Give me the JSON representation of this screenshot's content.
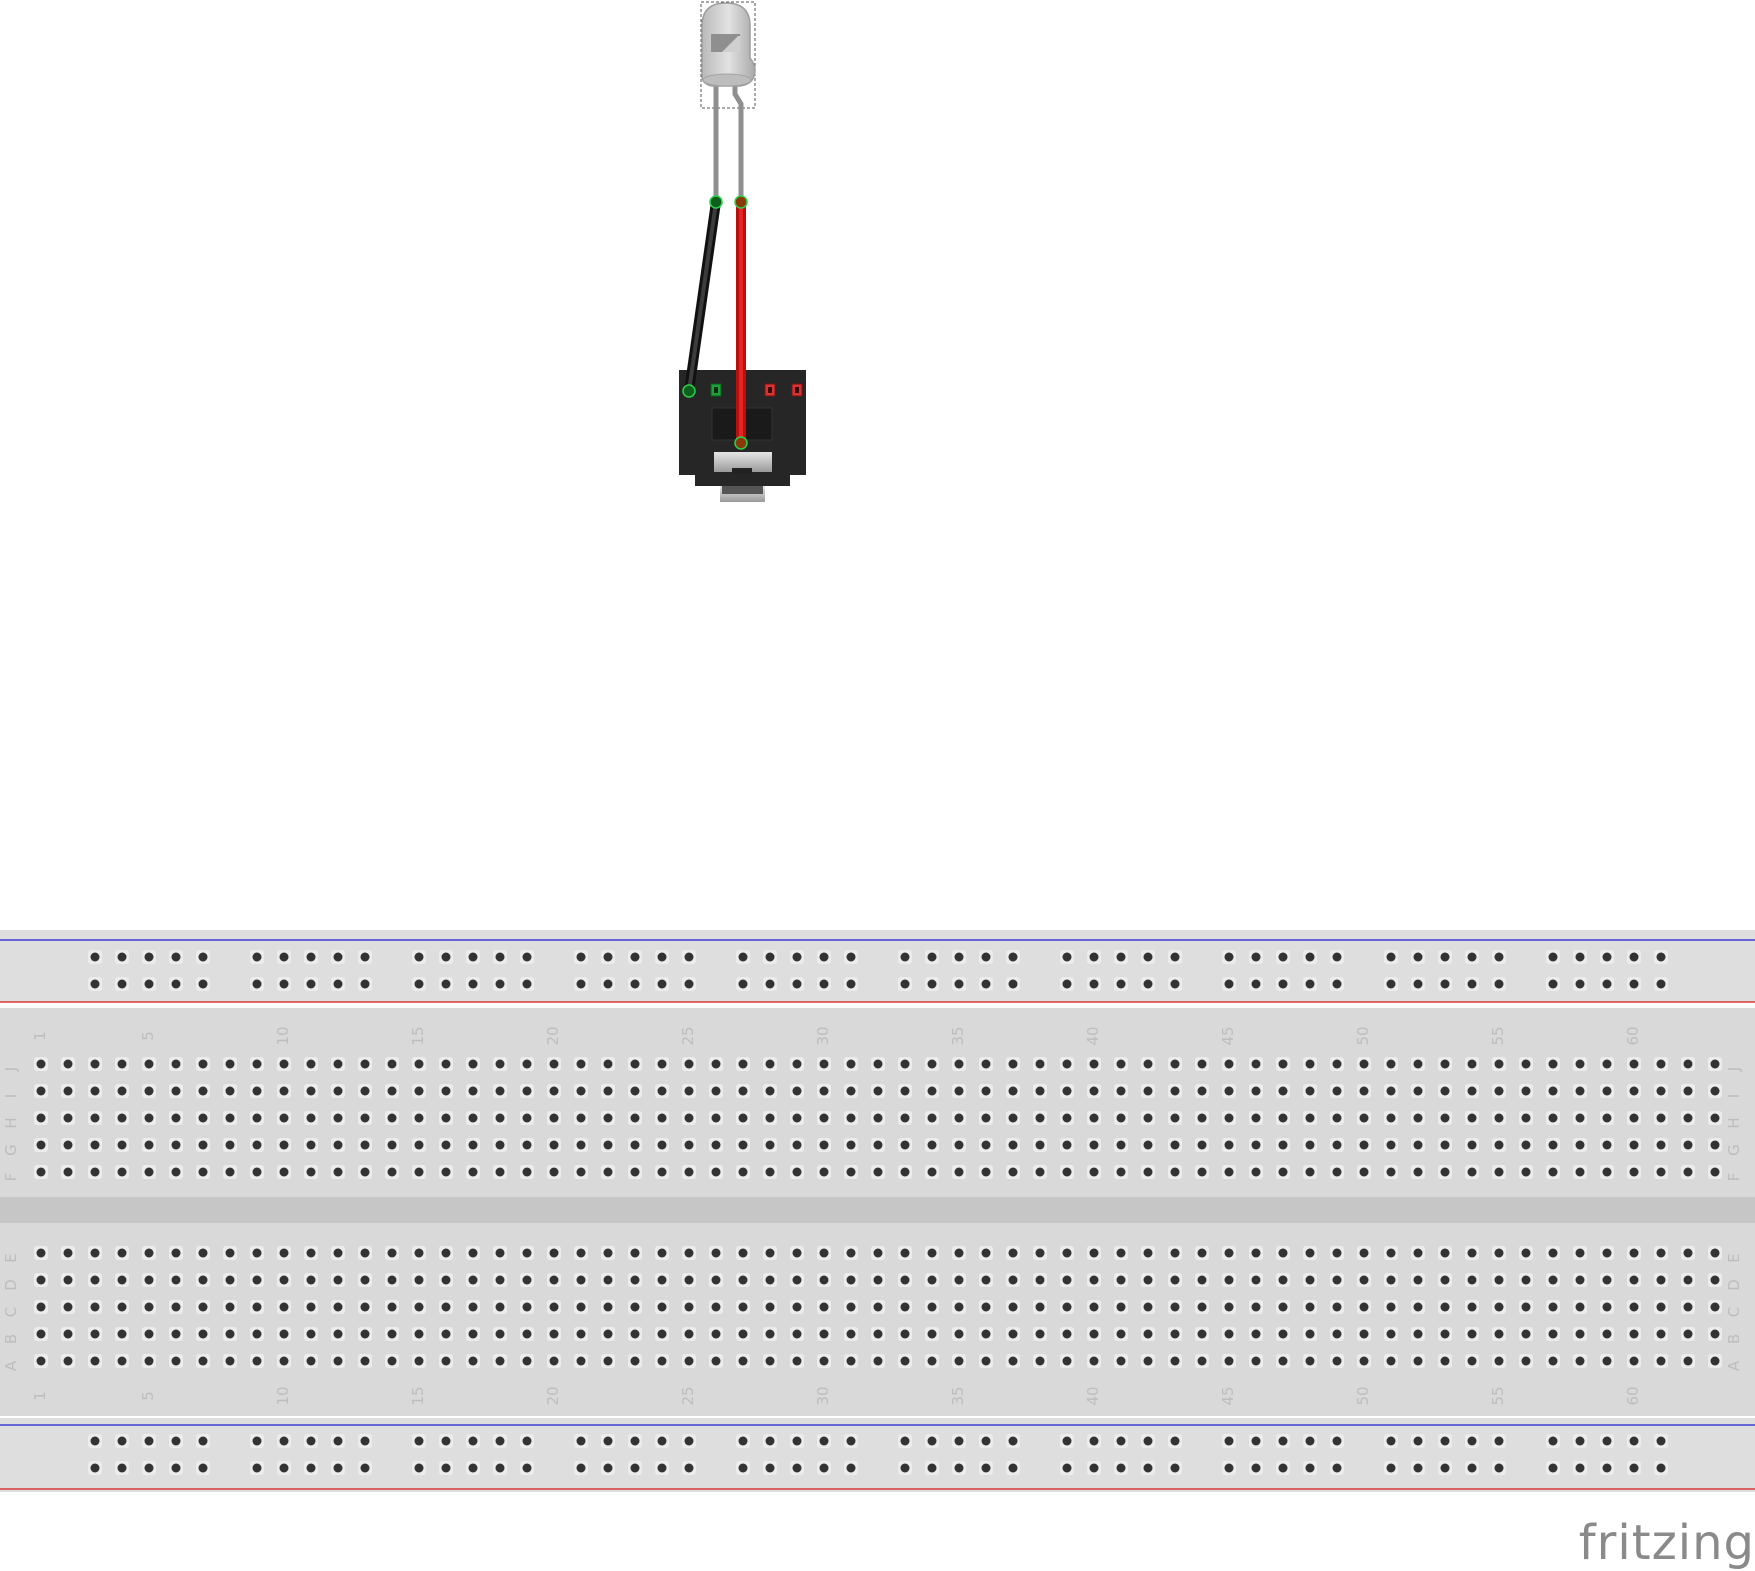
{
  "app": {
    "name": "fritzing"
  },
  "breadboard": {
    "columns": 63,
    "top_rows": [
      "J",
      "I",
      "H",
      "G",
      "F"
    ],
    "bottom_rows": [
      "E",
      "D",
      "C",
      "B",
      "A"
    ],
    "column_labels": [
      "1",
      "5",
      "10",
      "15",
      "20",
      "25",
      "30",
      "35",
      "40",
      "45",
      "50",
      "55",
      "60"
    ],
    "colors": {
      "body": "#d9d9d9",
      "rail_body": "#dedede",
      "gap": "#c6c6c6",
      "hole": "#333333",
      "label": "#bdbdbd",
      "rail_blue": "#3d3dd6",
      "rail_red": "#d63b3b"
    }
  },
  "components": {
    "led": {
      "name": "led-clear",
      "color": "#c8c8c8"
    },
    "audio_jack": {
      "name": "audio-jack",
      "color": "#262626"
    },
    "wires": [
      {
        "name": "black-wire",
        "color": "#202020"
      },
      {
        "name": "red-wire",
        "color": "#d01818"
      }
    ]
  }
}
